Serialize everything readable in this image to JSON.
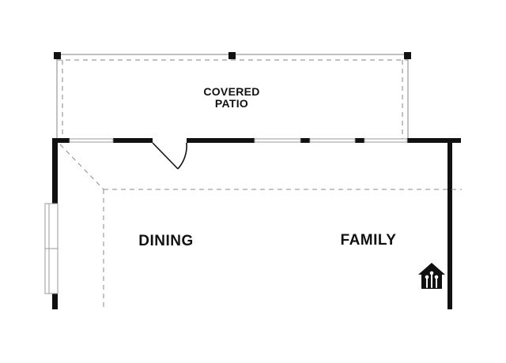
{
  "rooms": {
    "covered_patio": {
      "line1": "COVERED",
      "line2": "PATIO"
    },
    "dining": "DINING",
    "family": "FAMILY"
  },
  "icons": {
    "home_badge": "smart-home-icon"
  },
  "colors": {
    "wall": "#111111",
    "dashed": "#8a8a8a",
    "window": "#9a9a9a",
    "background": "#ffffff"
  }
}
